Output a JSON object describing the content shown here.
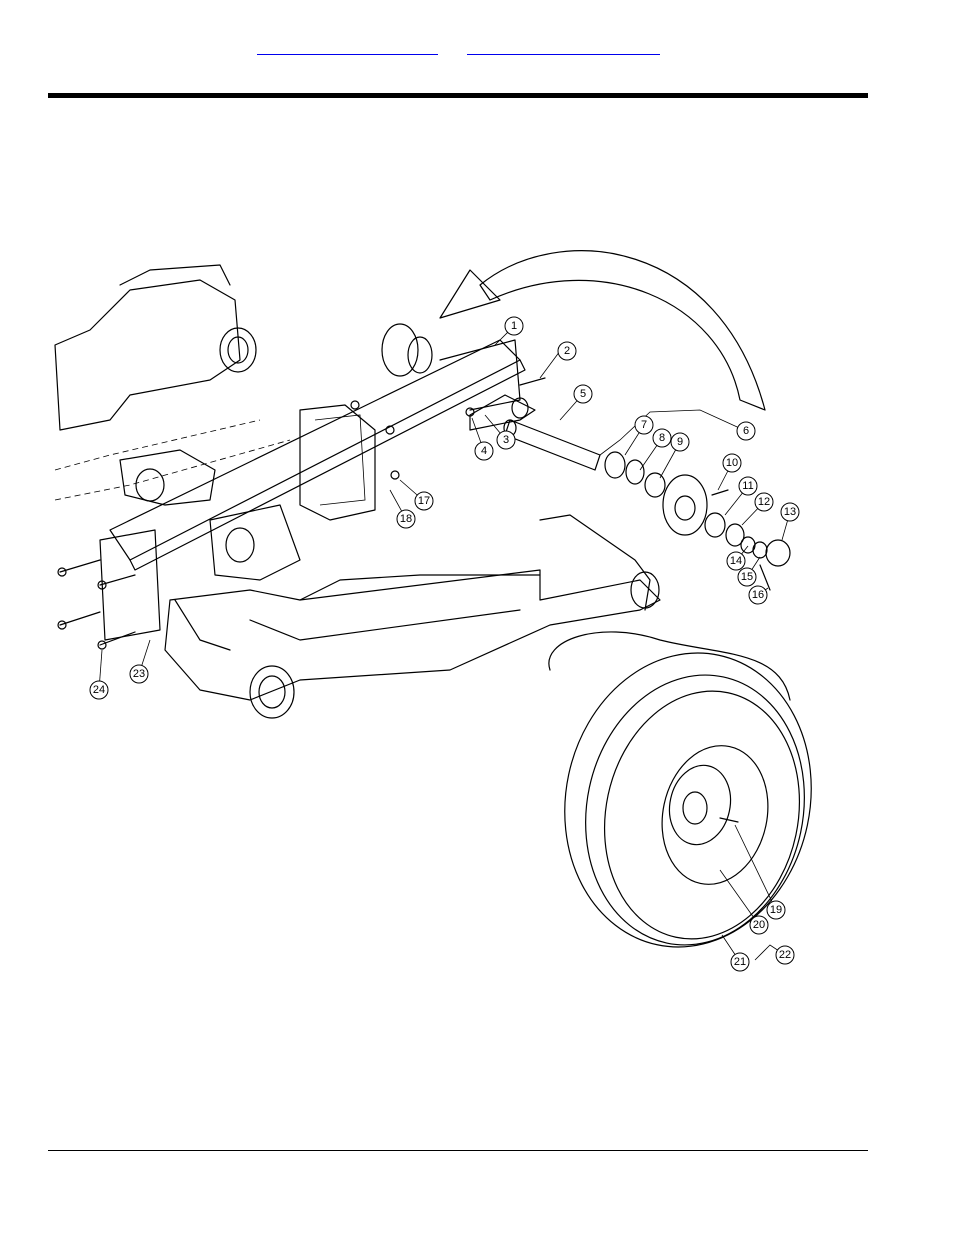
{
  "header": {
    "links": [
      {
        "text": ""
      },
      {
        "text": ""
      }
    ]
  },
  "diagram": {
    "callouts": [
      {
        "n": "1"
      },
      {
        "n": "2"
      },
      {
        "n": "3"
      },
      {
        "n": "4"
      },
      {
        "n": "5"
      },
      {
        "n": "6"
      },
      {
        "n": "7"
      },
      {
        "n": "8"
      },
      {
        "n": "9"
      },
      {
        "n": "10"
      },
      {
        "n": "11"
      },
      {
        "n": "12"
      },
      {
        "n": "13"
      },
      {
        "n": "14"
      },
      {
        "n": "15"
      },
      {
        "n": "16"
      },
      {
        "n": "17"
      },
      {
        "n": "18"
      },
      {
        "n": "19"
      },
      {
        "n": "20"
      },
      {
        "n": "21"
      },
      {
        "n": "22"
      },
      {
        "n": "23"
      },
      {
        "n": "24"
      }
    ]
  }
}
